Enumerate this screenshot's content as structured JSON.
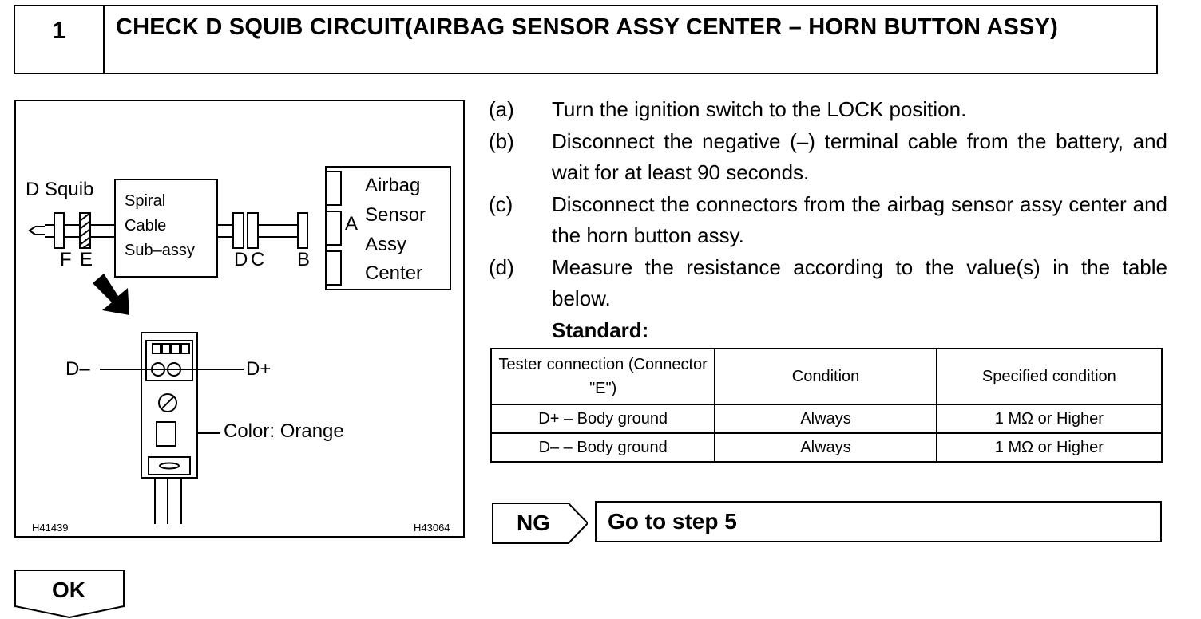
{
  "header": {
    "step_number": "1",
    "title": "CHECK D SQUIB CIRCUIT(AIRBAG SENSOR ASSY CENTER – HORN BUTTON ASSY)"
  },
  "figure": {
    "d_squib": "D Squib",
    "spiral_lines": [
      "Spiral",
      "Cable",
      "Sub–assy"
    ],
    "airbag_lines": [
      "Airbag",
      "Sensor",
      "Assy",
      "Center"
    ],
    "connector_labels": {
      "f": "F",
      "e": "E",
      "d": "D",
      "c": "C",
      "b": "B",
      "a": "A"
    },
    "d_minus": "D–",
    "d_plus": "D+",
    "color_note": "Color: Orange",
    "code_left": "H41439",
    "code_right": "H43064"
  },
  "steps": [
    {
      "label": "(a)",
      "text": "Turn the ignition switch to the LOCK position."
    },
    {
      "label": "(b)",
      "text": "Disconnect the negative (–) terminal cable from the battery, and wait for at least 90 seconds."
    },
    {
      "label": "(c)",
      "text": "Disconnect the connectors from the airbag sensor assy center and the horn button assy."
    },
    {
      "label": "(d)",
      "text": "Measure the resistance according to the value(s) in the table below."
    }
  ],
  "standard_label": "Standard:",
  "table": {
    "headers": [
      "Tester connection (Connector \"E\")",
      "Condition",
      "Specified condition"
    ],
    "rows": [
      [
        "D+ – Body ground",
        "Always",
        "1 MΩ or Higher"
      ],
      [
        "D– – Body ground",
        "Always",
        "1 MΩ or Higher"
      ]
    ]
  },
  "ng": {
    "label": "NG",
    "action": "Go to step 5"
  },
  "ok": {
    "label": "OK"
  }
}
